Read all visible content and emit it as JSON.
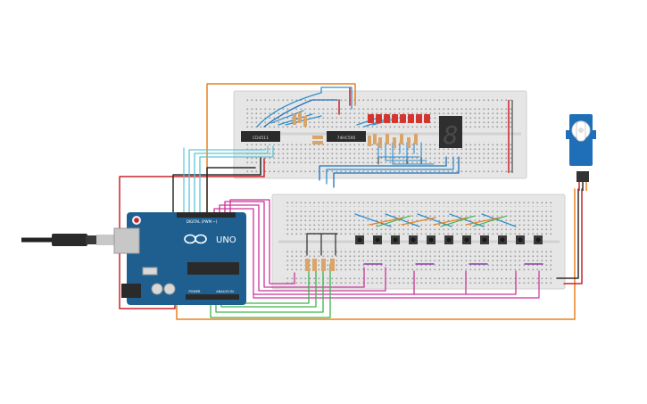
{
  "board": {
    "brand": "UNO",
    "digital_label": "DIGITAL (PWM ~)",
    "power_label": "POWER",
    "analog_label": "ANALOG IN",
    "logo_icon": "arduino-infinity-logo-icon"
  },
  "chips": {
    "left_label": "CD4511",
    "right_label": "74HC595"
  },
  "seven_segment": {
    "digit": "8"
  },
  "colors": {
    "board_blue": "#1f5f8f",
    "breadboard": "#e9e9e9",
    "wire_red": "#cc2229",
    "wire_black": "#2b2b2b",
    "wire_orange": "#e9821f",
    "wire_blue": "#2f8fcf",
    "wire_teal": "#5cc6d6",
    "wire_magenta": "#cc3399",
    "wire_green": "#3cb44b",
    "wire_purple": "#8a3fa8",
    "led_red": "#d4352f"
  },
  "icons": {
    "usb_cable": "usb-cable-icon",
    "servo": "servo-motor-icon",
    "reset": "reset-button-icon"
  }
}
